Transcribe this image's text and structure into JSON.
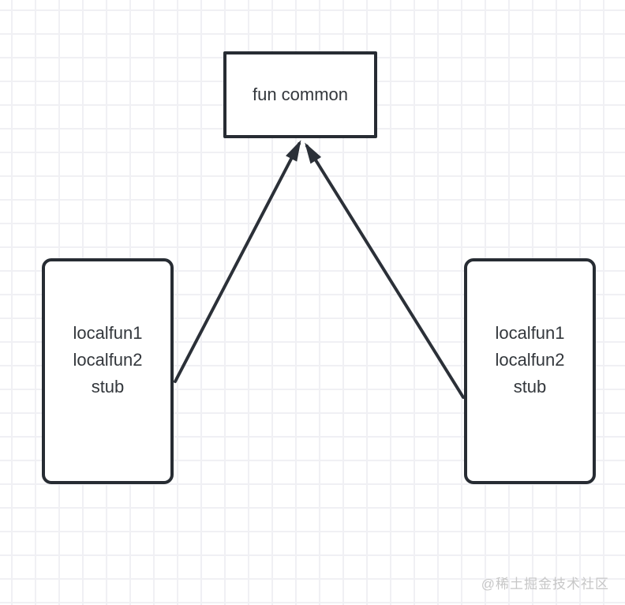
{
  "diagram": {
    "top_node": {
      "label": "fun common"
    },
    "left_node": {
      "lines": [
        "localfun1",
        "localfun2",
        "stub"
      ]
    },
    "right_node": {
      "lines": [
        "localfun1",
        "localfun2",
        "stub"
      ]
    }
  },
  "watermark": {
    "text": "@稀土掘金技术社区"
  },
  "theme": {
    "background": "#ffffff",
    "grid_line": "#f0f0f4",
    "node_border": "#272c33",
    "node_text": "#33373c",
    "arrow": "#2b3038",
    "watermark_text": "#c7c7c7"
  }
}
